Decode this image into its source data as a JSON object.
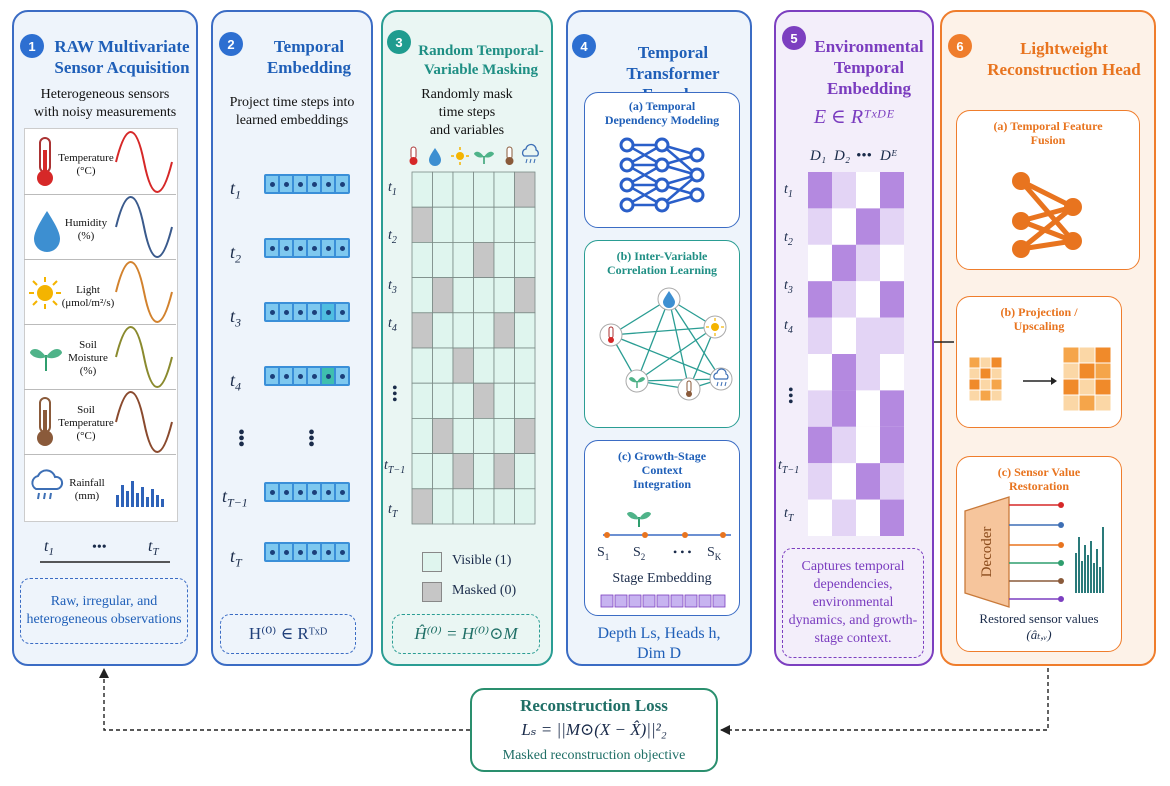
{
  "panels": {
    "p1": {
      "num": "1",
      "title1": "RAW Multivariate",
      "title2": "Sensor Acquisition",
      "desc1": "Heterogeneous sensors",
      "desc2": "with noisy measurements",
      "sensors": [
        {
          "name": "Temperature",
          "unit": "(°C)"
        },
        {
          "name": "Humidity",
          "unit": "(%)"
        },
        {
          "name": "Light",
          "unit": "(μmol/m²/s)"
        },
        {
          "name": "Soil Moisture",
          "unit": "(%)"
        },
        {
          "name": "Soil Temperature",
          "unit": "(°C)"
        },
        {
          "name": "Rainfall",
          "unit": "(mm)"
        }
      ],
      "time_start": "t",
      "time_start_sub": "1",
      "time_end": "t",
      "time_end_sub": "T",
      "dots": "•••",
      "footer": "Raw, irregular, and heterogeneous observations"
    },
    "p2": {
      "num": "2",
      "title1": "Temporal",
      "title2": "Embedding",
      "desc1": "Project time steps into",
      "desc2": "learned embeddings",
      "rows": [
        "1",
        "2",
        "3",
        "4",
        "T−1",
        "T"
      ],
      "footer": "H⁽⁰⁾ ∈ Rᵀˣᴰ"
    },
    "p3": {
      "num": "3",
      "title1": "Random Temporal-",
      "title2": "Variable Masking",
      "desc1": "Randomly mask",
      "desc2": "time steps",
      "desc3": "and variables",
      "rows": [
        "1",
        "2",
        "3",
        "4",
        "T−1",
        "T"
      ],
      "legend_visible": "Visible (1)",
      "legend_masked": "Masked (0)",
      "footer": "Ĥ⁽⁰⁾ = H⁽⁰⁾⊙M"
    },
    "p4": {
      "num": "4",
      "title1": "Temporal",
      "title2": "Transformer Encoder",
      "sub_a1": "(a) Temporal",
      "sub_a2": "Dependency Modeling",
      "sub_b1": "(b) Inter-Variable",
      "sub_b2": "Correlation Learning",
      "sub_c1": "(c) Growth-Stage",
      "sub_c2": "Context",
      "sub_c3": "Integration",
      "stages": [
        "S",
        "S",
        "S"
      ],
      "stage_subs": [
        "1",
        "2",
        "K"
      ],
      "stage_label": "Stage Embedding",
      "footer1": "Depth Ls, Heads h,",
      "footer2": "Dim D"
    },
    "p5": {
      "num": "5",
      "title1": "Environmental",
      "title2": "Temporal",
      "title3": "Embedding",
      "formula": "E ∈ Rᵀˣᴰᴱ",
      "cols": [
        "D₁",
        "D₂",
        "•••",
        "Dᴱ"
      ],
      "rows": [
        "1",
        "2",
        "3",
        "4",
        "T−1",
        "T"
      ],
      "footer": "Captures temporal dependencies, environmental dynamics, and growth-stage context."
    },
    "p6": {
      "num": "6",
      "title1": "Lightweight",
      "title2": "Reconstruction Head",
      "sub_a1": "(a) Temporal Feature",
      "sub_a2": "Fusion",
      "sub_b1": "(b) Projection /",
      "sub_b2": "Upscaling",
      "sub_c1": "(c) Sensor Value",
      "sub_c2": "Restoration",
      "decoder": "Decoder",
      "restored": "Restored sensor values",
      "restored_sym": "(âₜ,ᵥ)"
    }
  },
  "loss": {
    "title": "Reconstruction Loss",
    "formula": "Lₛ = ||M⊙(X − X̂)||²₂",
    "caption": "Masked reconstruction objective"
  },
  "colors": {
    "blue": "#3b6cc4",
    "teal": "#2a9d93",
    "purple": "#7c3fc0",
    "orange": "#ef7d2c"
  }
}
